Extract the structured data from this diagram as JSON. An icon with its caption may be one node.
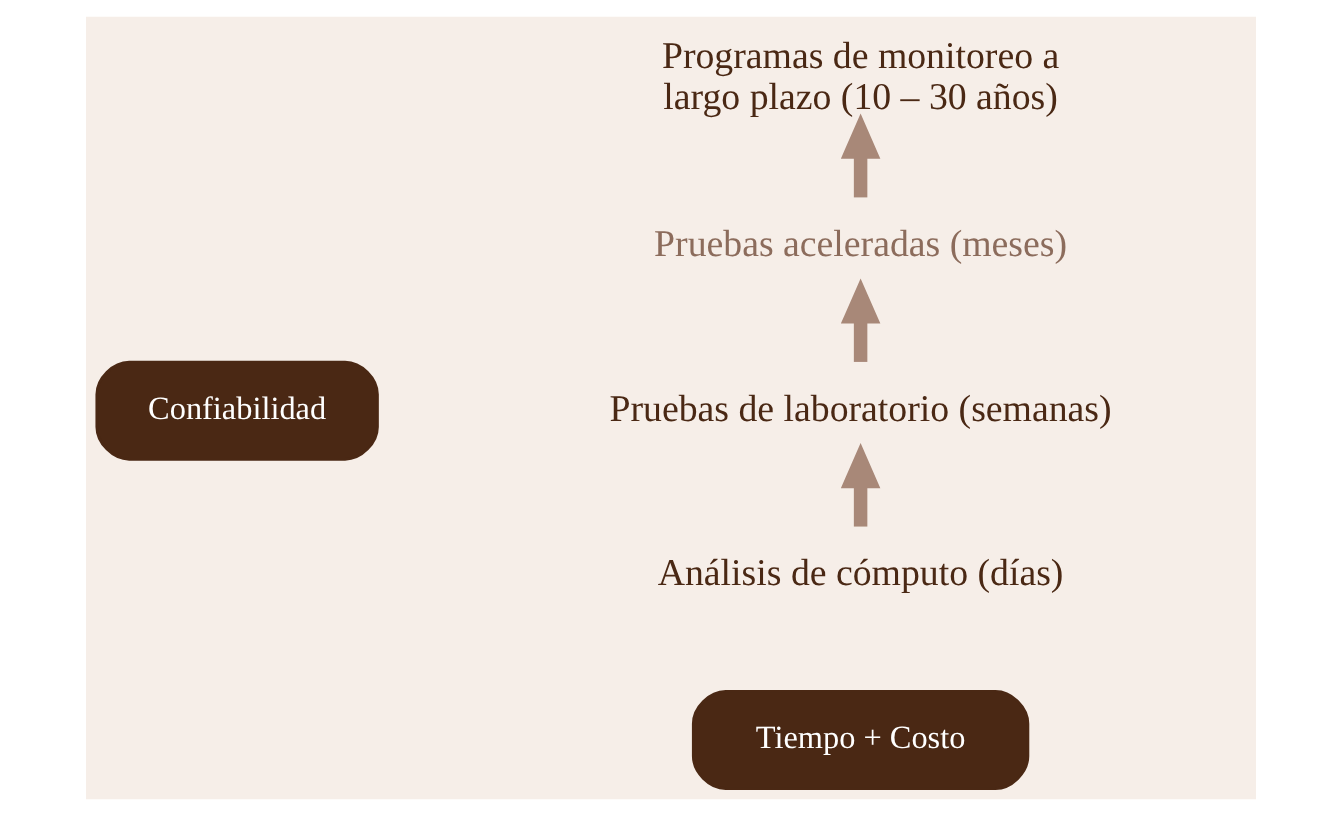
{
  "diagram": {
    "nodes": [
      {
        "text": [
          "Análisis de cómputo (días)"
        ]
      },
      {
        "text": [
          "Pruebas de laboratorio (semanas)"
        ]
      },
      {
        "text": [
          "Pruebas aceleradas (meses)"
        ]
      },
      {
        "text": [
          "Programas de monitoreo a largo plazo (10 – 30 años)"
        ]
      }
    ],
    "edges": [
      {
        "from": 0,
        "to": 1,
        "arrow": "to"
      },
      {
        "from": 1,
        "to": 2,
        "arrow": "to"
      },
      {
        "from": 2,
        "to": 3,
        "arrow": "to"
      }
    ],
    "labels": [
      "Confiabilidad",
      "Tiempo + Costo"
    ]
  }
}
